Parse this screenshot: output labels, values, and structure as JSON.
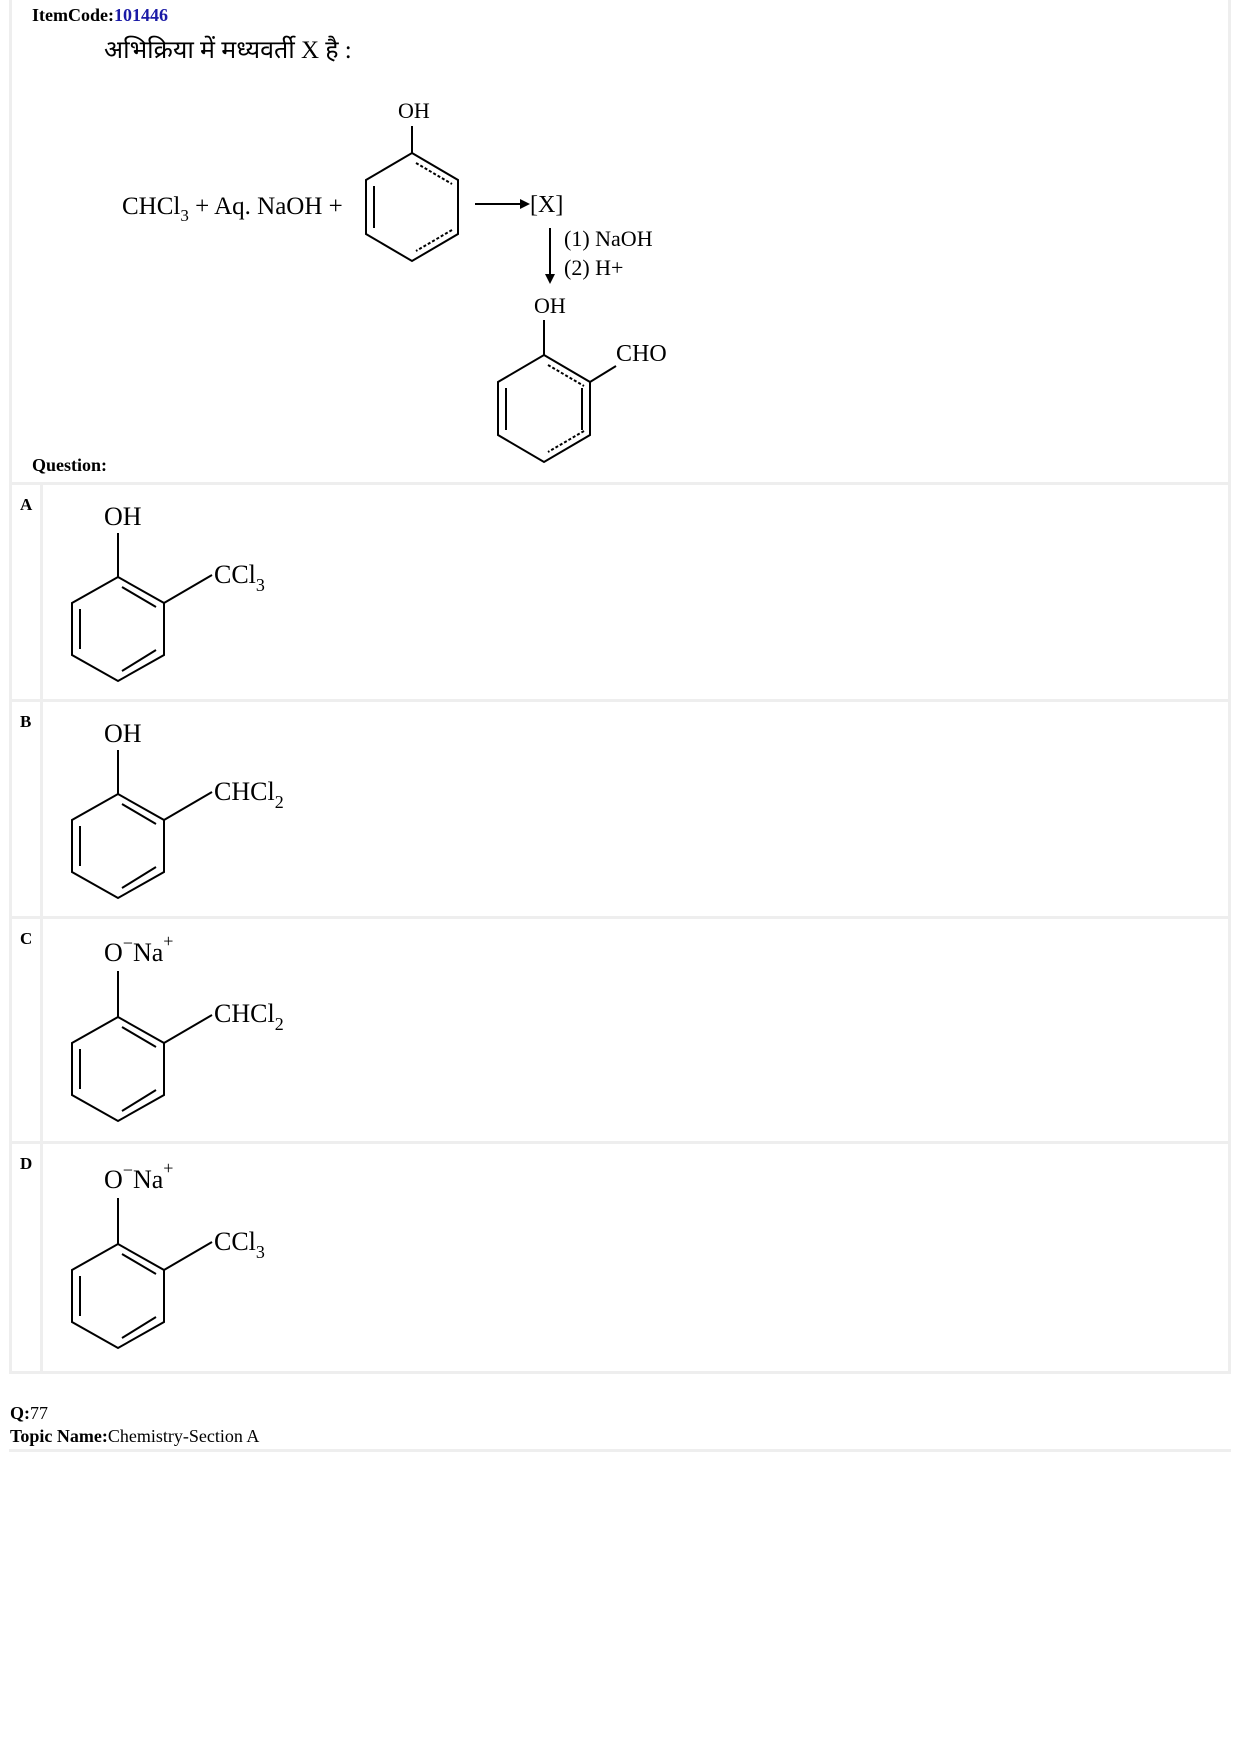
{
  "item_code": {
    "label": "ItemCode:",
    "value": "101446"
  },
  "stem": {
    "instruction": "अभिक्रिया में मध्यवर्ती X है :",
    "reagents_main": "CHCl",
    "reagents_sub": "3",
    "reagents_rest": " + Aq. NaOH +",
    "phenol_oh": "OH",
    "intermediate": "[X]",
    "step1": "(1) NaOH",
    "step2": "(2) H+",
    "product_oh": "OH",
    "product_cho": "CHO"
  },
  "question_label": "Question:",
  "options": [
    {
      "letter": "A",
      "top_main": "OH",
      "top_sup": "",
      "side_main": "CCl",
      "side_sub": "3",
      "side_tail": ""
    },
    {
      "letter": "B",
      "top_main": "OH",
      "top_sup": "",
      "side_main": "CHCl",
      "side_sub": "2",
      "side_tail": ""
    },
    {
      "letter": "C",
      "top_main": "O",
      "top_sup": "−",
      "top_rest": "Na",
      "top_sup2": "+",
      "side_main": "CHCl",
      "side_sub": "2",
      "side_tail": ""
    },
    {
      "letter": "D",
      "top_main": "O",
      "top_sup": "−",
      "top_rest": "Na",
      "top_sup2": "+",
      "side_main": "CCl",
      "side_sub": "3",
      "side_tail": ""
    }
  ],
  "footer": {
    "q_label": "Q:",
    "q_value": "77",
    "topic_label": "Topic Name:",
    "topic_value": "Chemistry-Section A"
  }
}
